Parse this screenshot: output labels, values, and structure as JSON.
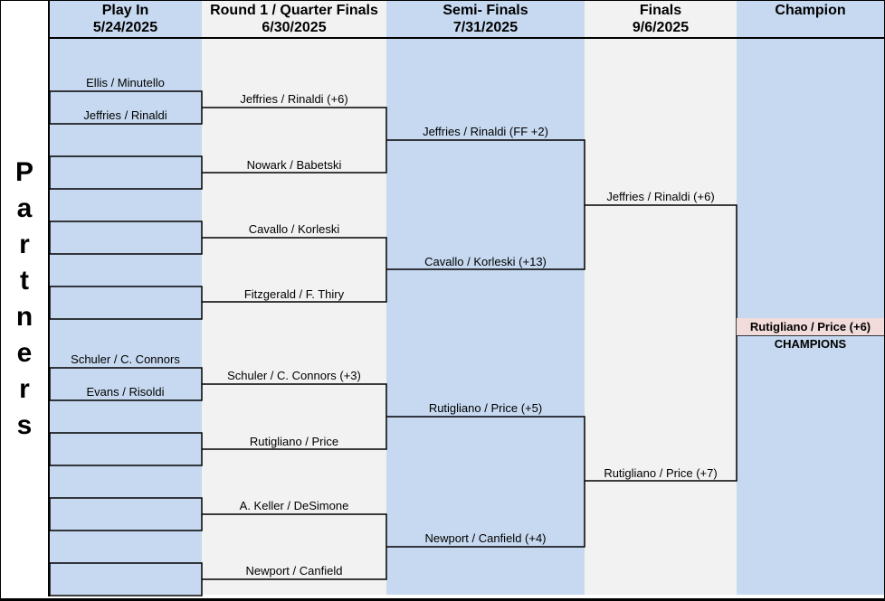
{
  "headers": {
    "play_in": {
      "title": "Play In",
      "date": "5/24/2025"
    },
    "round1": {
      "title": "Round 1 / Quarter Finals",
      "date": "6/30/2025"
    },
    "semis": {
      "title": "Semi- Finals",
      "date": "7/31/2025"
    },
    "finals": {
      "title": "Finals",
      "date": "9/6/2025"
    },
    "champion": {
      "title": "Champion"
    }
  },
  "side_label": [
    "P",
    "a",
    "r",
    "t",
    "n",
    "e",
    "r",
    "s"
  ],
  "play_in": [
    "Ellis / Minutello",
    "Jeffries / Rinaldi",
    "Schuler / C. Connors",
    "Evans / Risoldi"
  ],
  "round1": [
    "Jeffries / Rinaldi (+6)",
    "Nowark / Babetski",
    "Cavallo / Korleski",
    "Fitzgerald / F. Thiry",
    "Schuler / C. Connors (+3)",
    "Rutigliano / Price",
    "A. Keller / DeSimone",
    "Newport / Canfield"
  ],
  "semis": [
    "Jeffries / Rinaldi (FF +2)",
    "Cavallo / Korleski  (+13)",
    "Rutigliano / Price (+5)",
    "Newport / Canfield (+4)"
  ],
  "finals": [
    "Jeffries / Rinaldi (+6)",
    "Rutigliano / Price (+7)"
  ],
  "champion": {
    "team": "Rutigliano / Price (+6)",
    "label": "CHAMPIONS"
  }
}
